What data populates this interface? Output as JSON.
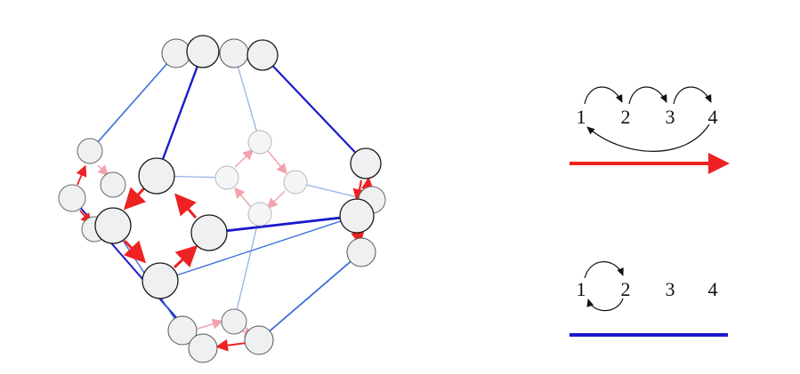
{
  "legend": {
    "red_row": {
      "numbers": [
        "1",
        "2",
        "3",
        "4"
      ],
      "line_color": "#ee2222",
      "arrow_color": "#ee2222"
    },
    "blue_row": {
      "numbers": [
        "1",
        "2",
        "3",
        "4"
      ],
      "line_color": "#1a1acc"
    }
  },
  "colors": {
    "node_fill": "#eff0f1",
    "node_stroke": "#1a1a1a",
    "red_edge": "#ee2222",
    "blue_edge": "#1a1acc",
    "light_blue_edge": "#3a6fd8"
  }
}
